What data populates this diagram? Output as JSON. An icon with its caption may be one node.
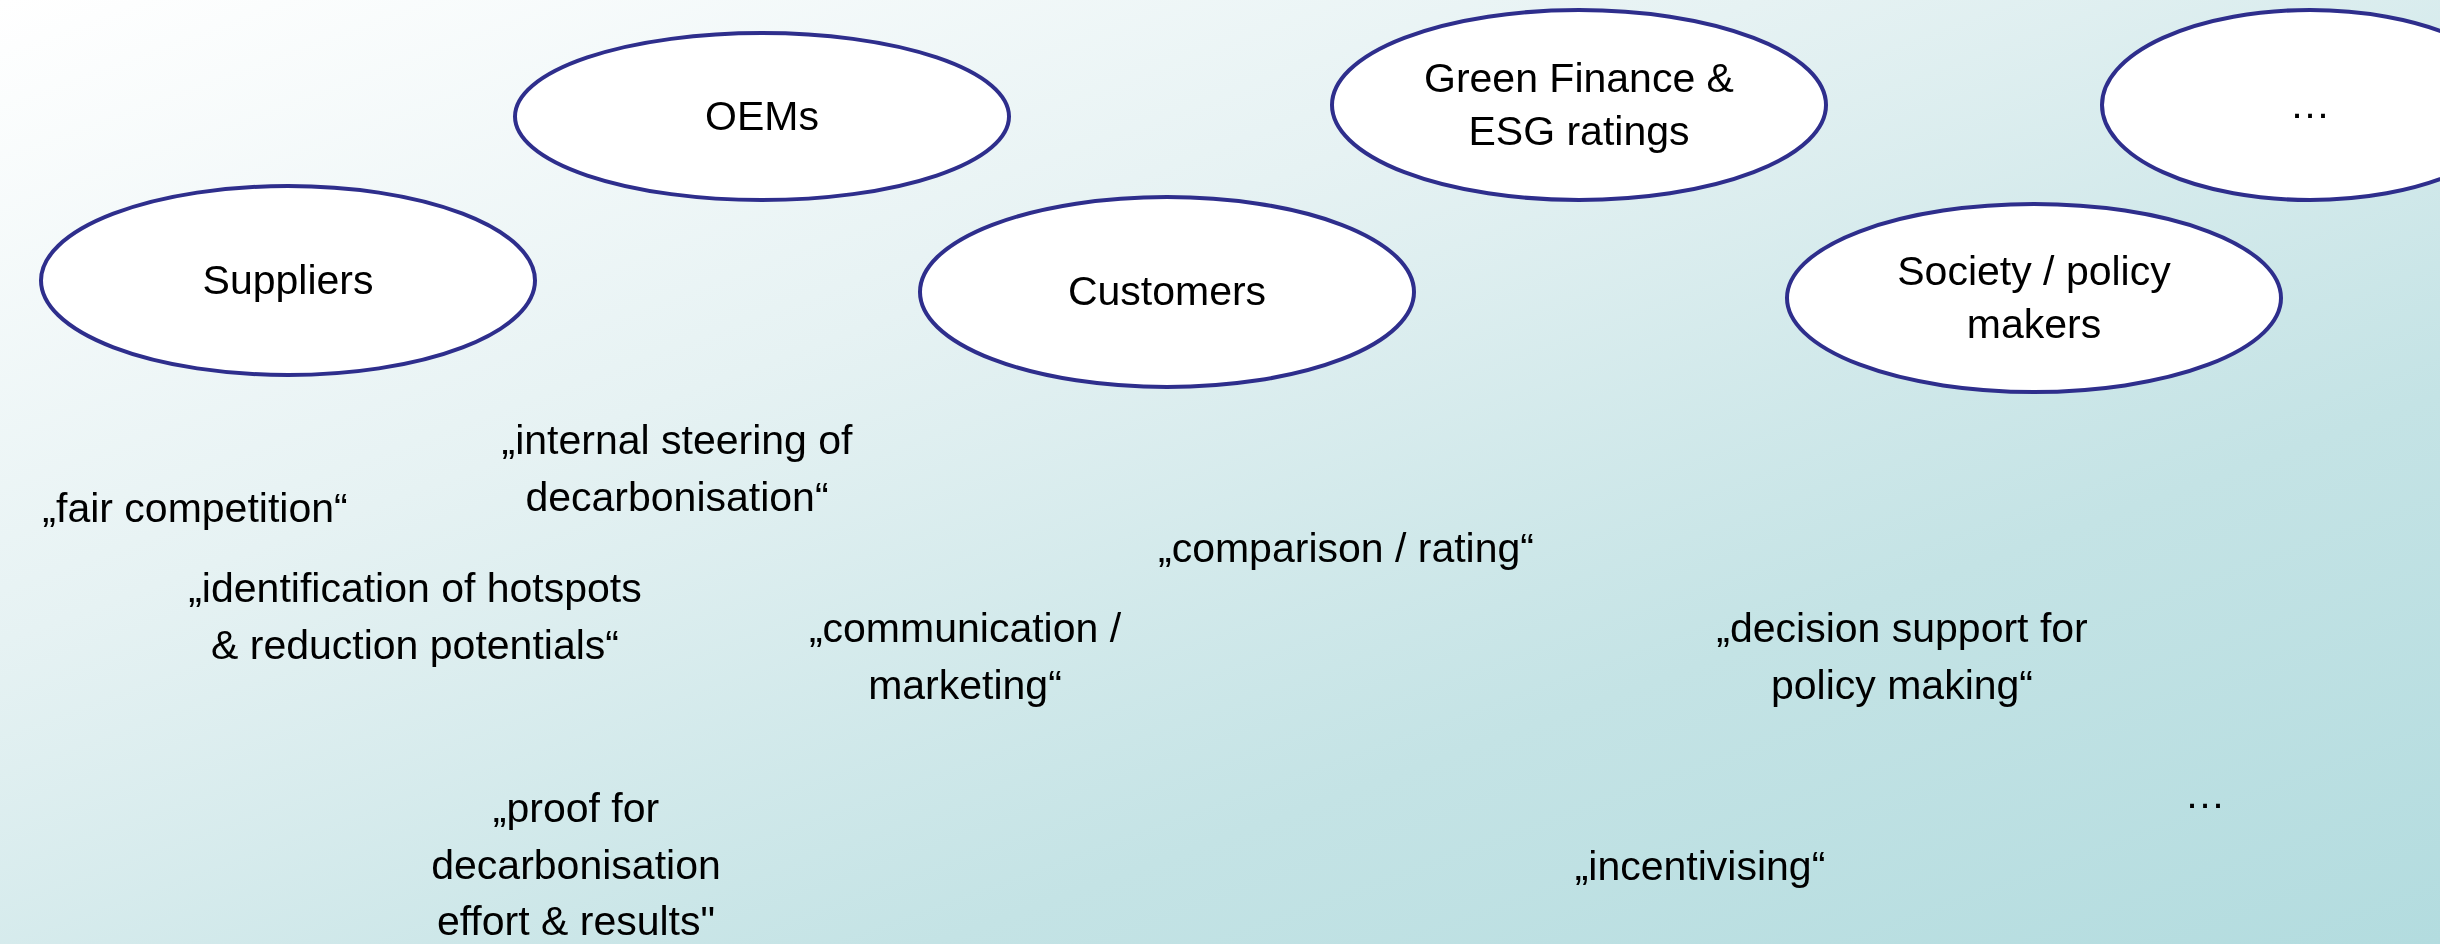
{
  "diagram": {
    "nodes": [
      {
        "text": [
          "OEMs"
        ]
      },
      {
        "text": [
          "Green Finance & ESG ratings"
        ]
      },
      {
        "text": [
          "…"
        ]
      },
      {
        "text": [
          "Suppliers"
        ]
      },
      {
        "text": [
          "Customers"
        ]
      },
      {
        "text": [
          "Society / policy makers"
        ]
      }
    ],
    "labels": [
      "„internal steering of decarbonisation“",
      "„fair competition“",
      "„identification of hotspots & reduction potentials“",
      "„comparison / rating“",
      "„communication / marketing“",
      "„decision support for policy making“",
      "…",
      "„proof for decarbonisation effort & results\"",
      "„incentivising“"
    ]
  }
}
